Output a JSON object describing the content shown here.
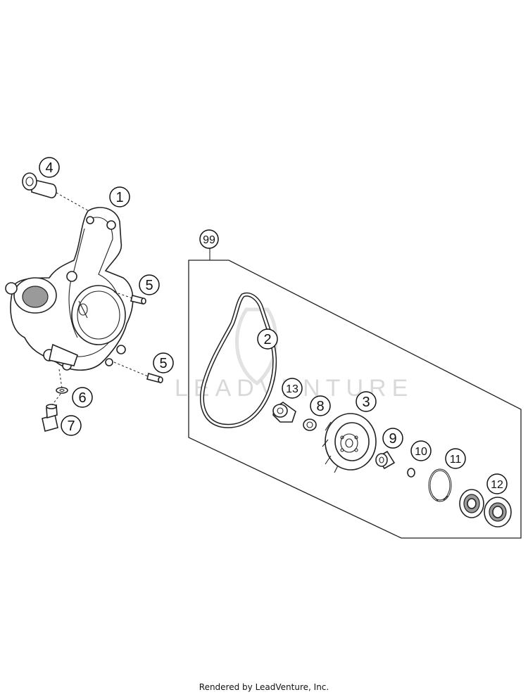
{
  "callouts": {
    "c1": "1",
    "c2": "2",
    "c3": "3",
    "c4": "4",
    "c5a": "5",
    "c5b": "5",
    "c6": "6",
    "c7": "7",
    "c8": "8",
    "c9": "9",
    "c10": "10",
    "c11": "11",
    "c12": "12",
    "c13": "13",
    "c99": "99"
  },
  "watermark": "LEADVENTURE",
  "footer": "Rendered by LeadVenture, Inc."
}
